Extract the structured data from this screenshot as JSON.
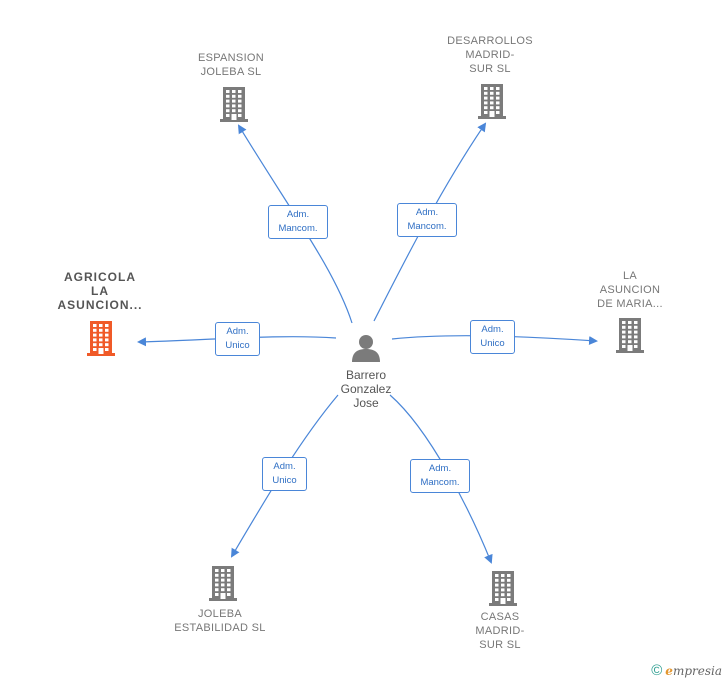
{
  "center": {
    "lines": [
      "Barrero",
      "Gonzalez",
      "Jose"
    ],
    "icon": "person-icon"
  },
  "colors": {
    "edge": "#4a86d8",
    "building": "#7b7b7b",
    "highlight": "#f05a28"
  },
  "nodes": [
    {
      "id": "espansion-joleba",
      "lines": [
        "ESPANSION",
        "JOLEBA SL"
      ],
      "relation": [
        "Adm.",
        "Mancom."
      ],
      "highlight": false
    },
    {
      "id": "desarrollos-madrid-sur",
      "lines": [
        "DESARROLLOS",
        "MADRID-",
        "SUR SL"
      ],
      "relation": [
        "Adm.",
        "Mancom."
      ],
      "highlight": false
    },
    {
      "id": "agricola-la-asuncion",
      "lines": [
        "AGRICOLA",
        "LA",
        "ASUNCION..."
      ],
      "relation": [
        "Adm.",
        "Unico"
      ],
      "highlight": true
    },
    {
      "id": "la-asuncion-de-maria",
      "lines": [
        "LA",
        "ASUNCION",
        "DE MARIA..."
      ],
      "relation": [
        "Adm.",
        "Unico"
      ],
      "highlight": false
    },
    {
      "id": "joleba-estabilidad",
      "lines": [
        "JOLEBA",
        "ESTABILIDAD SL"
      ],
      "relation": [
        "Adm.",
        "Unico"
      ],
      "highlight": false
    },
    {
      "id": "casas-madrid-sur",
      "lines": [
        "CASAS",
        "MADRID-",
        "SUR SL"
      ],
      "relation": [
        "Adm.",
        "Mancom."
      ],
      "highlight": false
    }
  ],
  "footer": {
    "copyright": "©",
    "brand_initial": "e",
    "brand_rest": "mpresia"
  }
}
